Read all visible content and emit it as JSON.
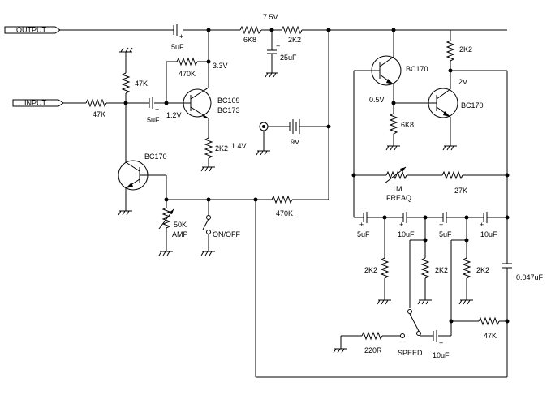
{
  "ports": {
    "output": "OUTPUT",
    "input": "INPUT"
  },
  "components": {
    "c_out": "5uF",
    "r_out": "6K8",
    "v_rail": "7.5V",
    "r_rail": "2K2",
    "c_rail": "25uF",
    "q1_c_v": "3.3V",
    "r_fb1": "470K",
    "q1_name": "BC109",
    "q1_alt": "BC173",
    "q1_b_v": "1.2V",
    "r_q1_e": "2K2",
    "q1_e_v": "1.4V",
    "r_bias": "47K",
    "r_in": "47K",
    "c_in": "5uF",
    "q_amp": "BC170",
    "pot_amp_val": "50K",
    "pot_amp_name": "AMP",
    "sw_name": "ON/OFF",
    "r_470k": "470K",
    "battery": "9V",
    "q_osc1": "BC170",
    "q_osc2": "BC170",
    "r_q2_c": "2K2",
    "v_q2_c": "2V",
    "v_q1_e": "0.5V",
    "r_6k8": "6K8",
    "pot_freq_val": "1M",
    "pot_freq_name": "FREAQ",
    "r_27k": "27K",
    "c_1": "5uF",
    "c_2": "10uF",
    "c_3": "5uF",
    "c_4": "10uF",
    "r_s1": "2K2",
    "r_s2": "2K2",
    "r_s3": "2K2",
    "c_047": "0.047uF",
    "r_47k_b": "47K",
    "r_220": "220R",
    "sw_speed": "SPEED",
    "c_speed": "10uF"
  }
}
